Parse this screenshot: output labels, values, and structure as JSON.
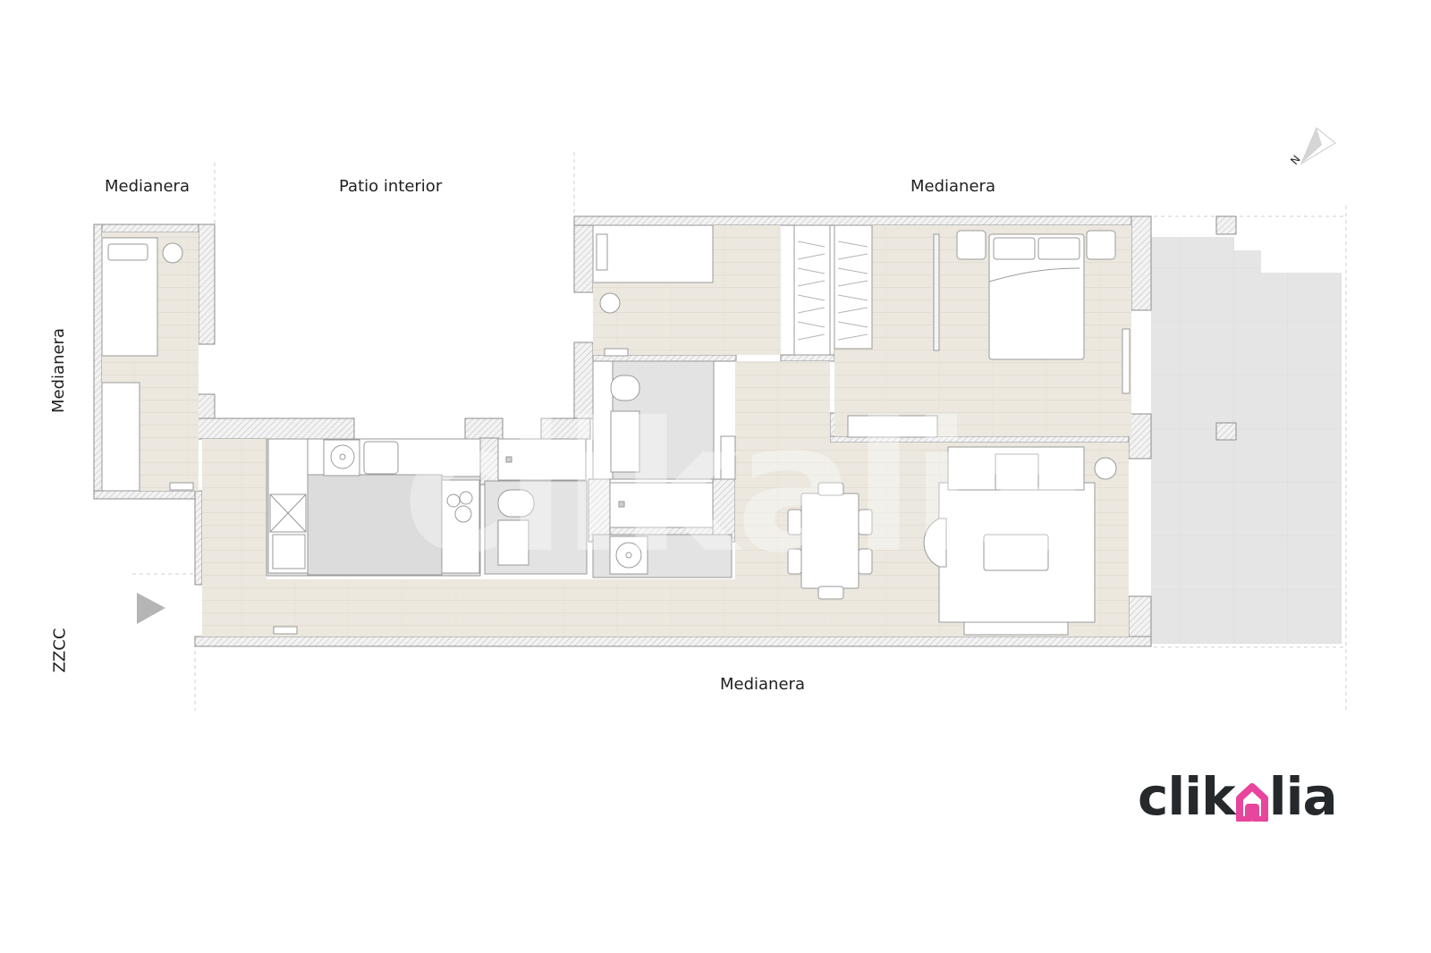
{
  "labels": {
    "top_left": "Medianera",
    "top_middle": "Patio interior",
    "top_right": "Medianera",
    "left_side": "Medianera",
    "bottom": "Medianera",
    "bottom_left": "ZZCC"
  },
  "compass": {
    "letter": "N",
    "icon": "north-arrow-icon"
  },
  "entrance": {
    "icon": "entrance-arrow-icon"
  },
  "logo": {
    "prefix": "clik",
    "suffix": "lia",
    "accent_color": "#e8459c",
    "text_color": "#25292b"
  },
  "watermark": "clikalia",
  "colors": {
    "floor": "#ece8df",
    "wet_area": "#e3e3e3",
    "terrace": "#e6e6e6",
    "wall_fill": "#f4f4f4",
    "wall_stroke": "#8d8d8d",
    "furniture": "#ffffff",
    "line": "#9a9a9a"
  }
}
